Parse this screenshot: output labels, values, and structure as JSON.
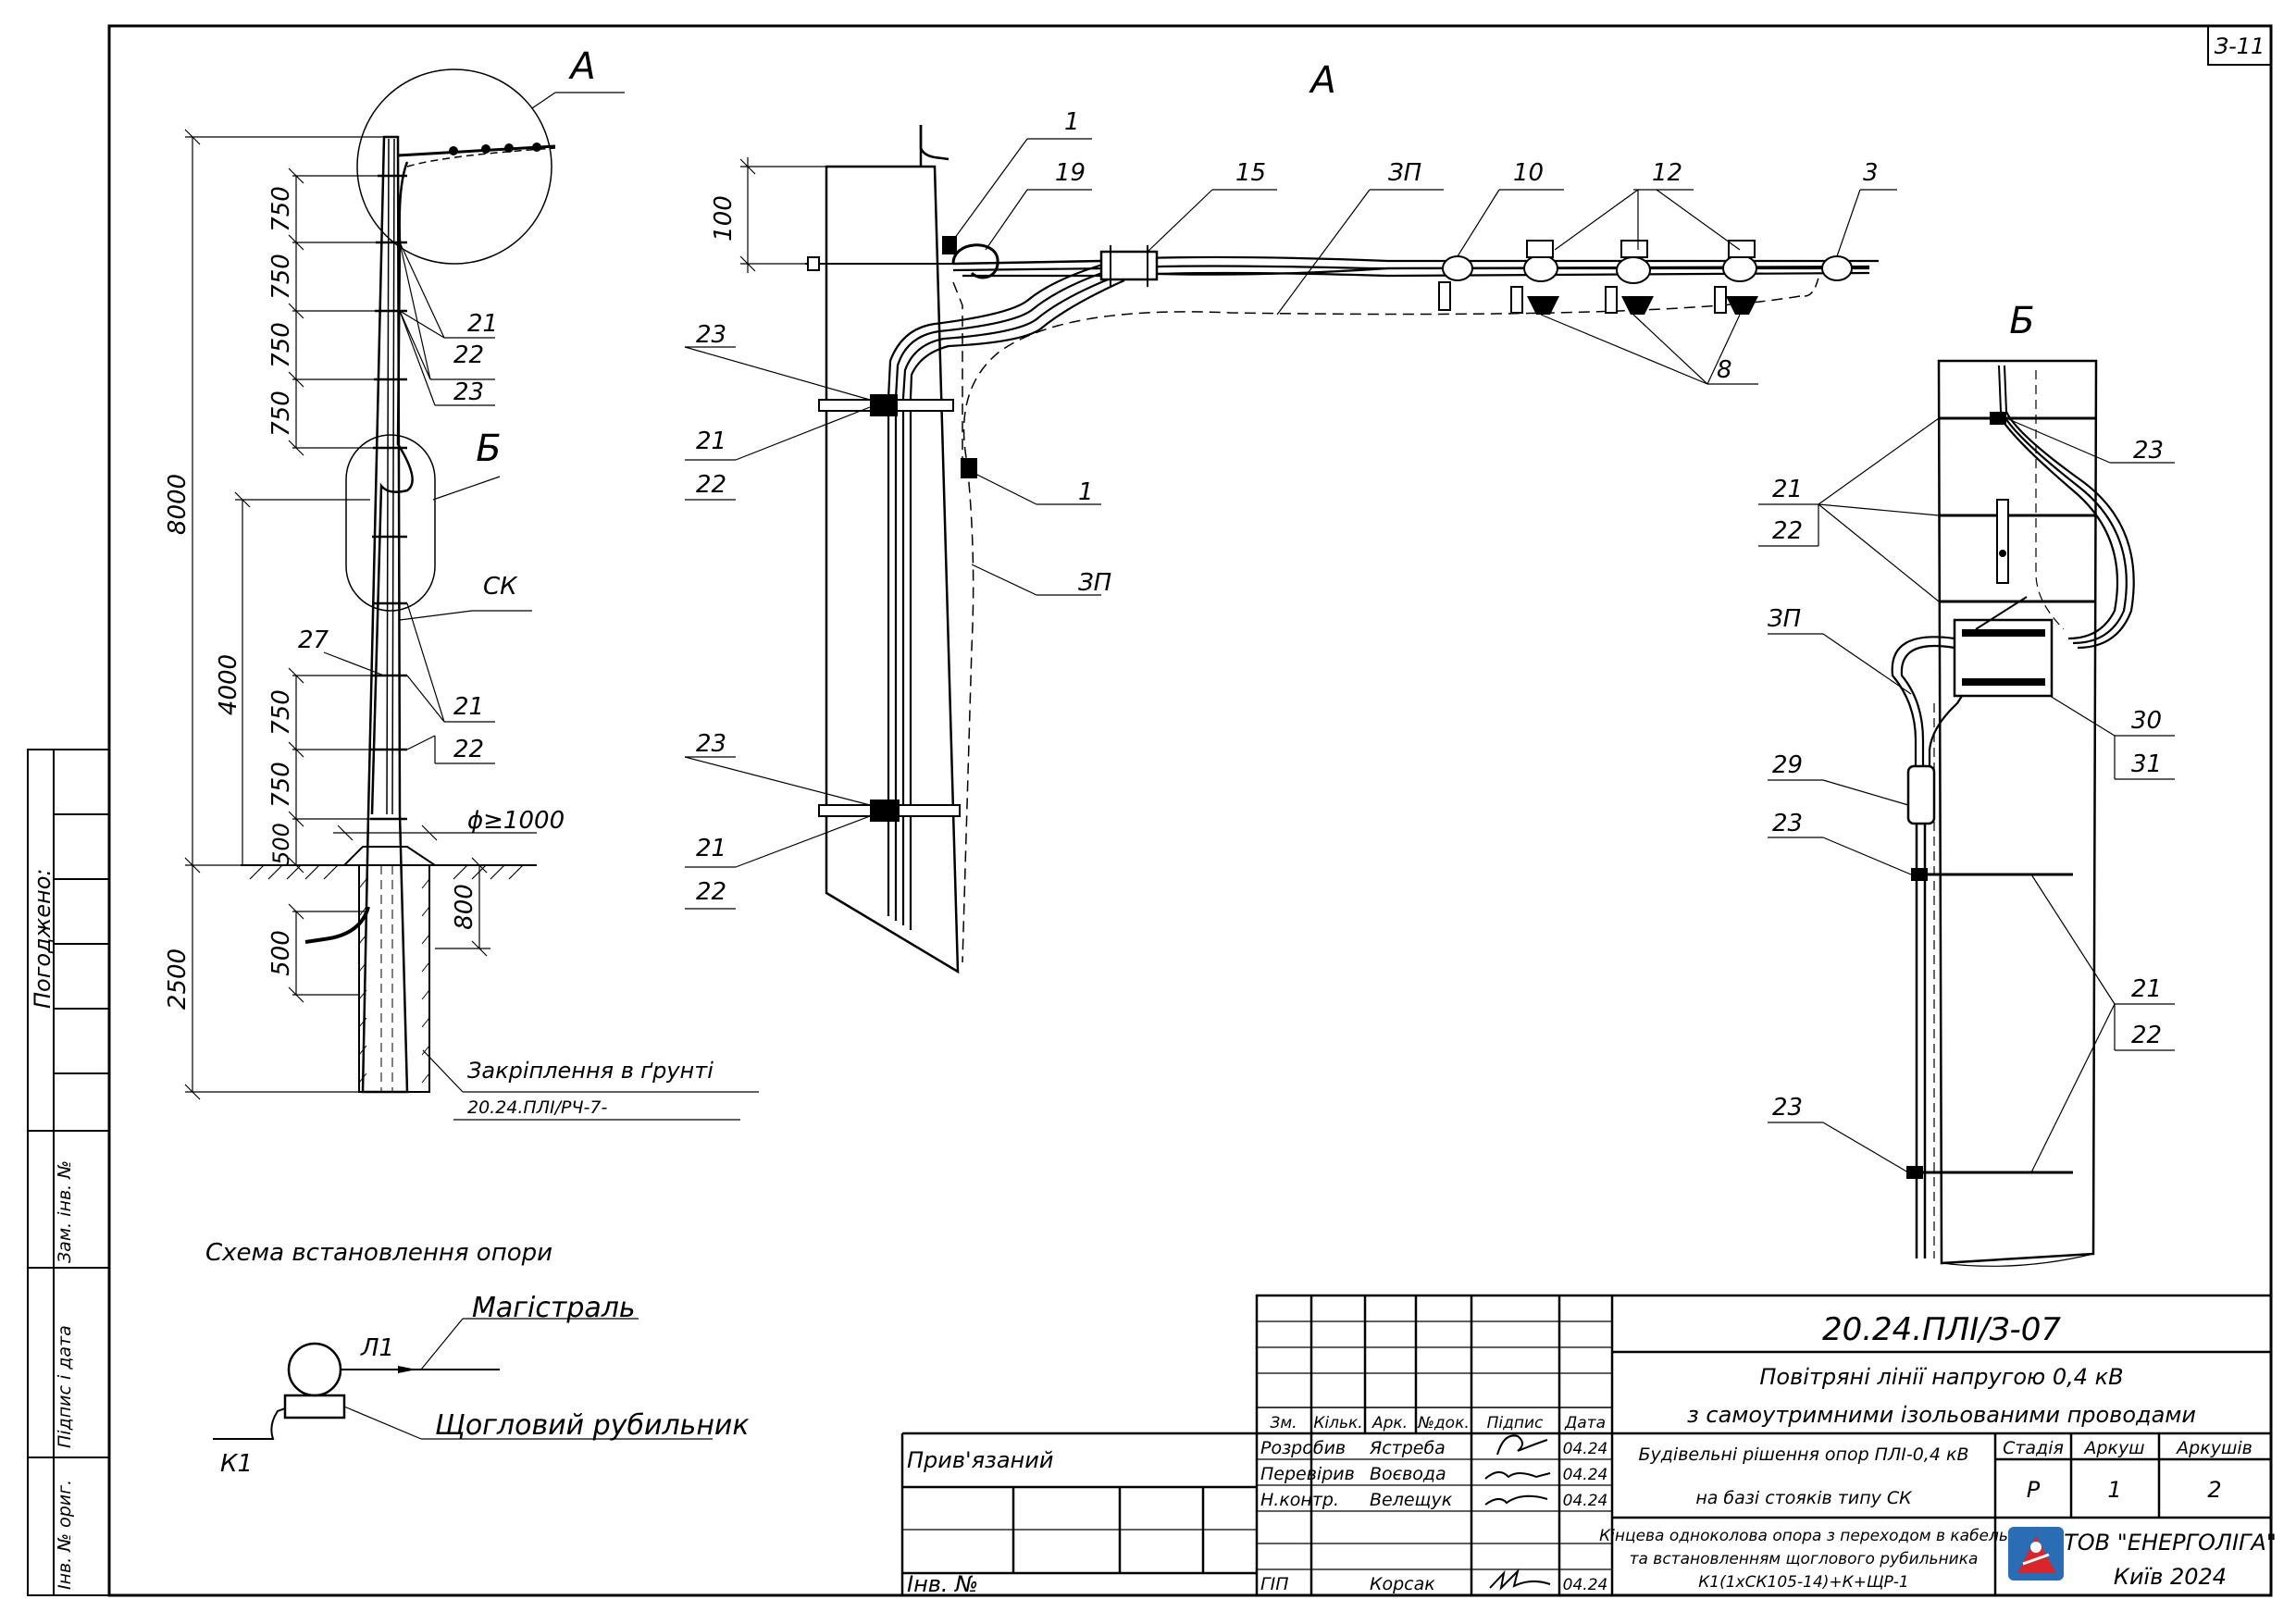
{
  "sheet_ref": "З-11",
  "views": {
    "a_left": "А",
    "a_main": "А",
    "b_left": "Б",
    "b_main": "Б"
  },
  "pole_dims": {
    "total": "8000",
    "lower": "4000",
    "underground": "2500",
    "spacing": [
      "750",
      "750",
      "750",
      "750"
    ],
    "lower_spacing": [
      "750",
      "750",
      "500"
    ],
    "bottom": "500",
    "pit_depth": "800",
    "pit_dia": "ϕ≥1000",
    "top_offset": "100"
  },
  "labels": {
    "l1": "1",
    "l3": "3",
    "l8": "8",
    "l10": "10",
    "l12": "12",
    "l15": "15",
    "l19": "19",
    "l21": "21",
    "l22": "22",
    "l23": "23",
    "l27": "27",
    "l29": "29",
    "l30": "30",
    "l31": "31",
    "zp": "ЗП",
    "sk": "СК"
  },
  "ground_note": {
    "title": "Закріплення в ґрунті",
    "code": "20.24.ПЛІ/РЧ-7-"
  },
  "scheme": {
    "title": "Схема встановлення опори",
    "mainline": "Магістраль",
    "l1": "Л1",
    "switch": "Щогловий рубильник",
    "k1": "К1"
  },
  "side_stamp": {
    "agreed": "Погоджено:",
    "inv_replace": "Зам. інв. №",
    "sign_date": "Підпис і дата",
    "inv_orig": "Інв. № ориг."
  },
  "title_block": {
    "code": "20.24.ПЛІ/З-07",
    "line1": "Повітряні лінії напругою 0,4 кВ",
    "line2": "з самоутримними ізольованими проводами",
    "desc1": "Будівельні рішення опор ПЛІ-0,4 кВ",
    "desc2": "на базі стояків типу СК",
    "sheet_desc1": "Кінцева одноколова опора з переходом в кабель",
    "sheet_desc2": "та встановленням щоглового рубильника",
    "sheet_desc3": "К1(1хСК105-14)+К+ЩР-1",
    "headers": [
      "Зм.",
      "Кільк.",
      "Арк.",
      "№док.",
      "Підпис",
      "Дата"
    ],
    "stage_h": "Стадія",
    "sheet_h": "Аркуш",
    "sheets_h": "Аркушів",
    "stage": "Р",
    "sheet": "1",
    "sheets": "2",
    "rows": [
      {
        "role": "Розробив",
        "name": "Ястреба",
        "date": "04.24"
      },
      {
        "role": "Перевірив",
        "name": "Воєвода",
        "date": "04.24"
      },
      {
        "role": "Н.контр.",
        "name": "Велещук",
        "date": "04.24"
      },
      {
        "role": "ГІП",
        "name": "Корсак",
        "date": "04.24"
      }
    ],
    "bound": "Прив'язаний",
    "inv": "Інв. №",
    "company": "ТОВ \"ЕНЕРГОЛІГА\"",
    "city": "Київ 2024"
  }
}
